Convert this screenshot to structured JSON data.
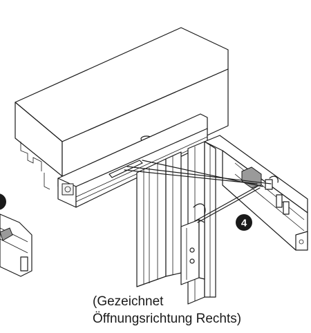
{
  "markers": {
    "right": "4"
  },
  "caption": {
    "line1": "(Gezeichnet",
    "line2": "Öffnungsrichtung Rechts)"
  },
  "colors": {
    "line": "#1a1a1a",
    "marker_fill": "#1a1a1a",
    "arm_gray": "#9a9a9a"
  }
}
